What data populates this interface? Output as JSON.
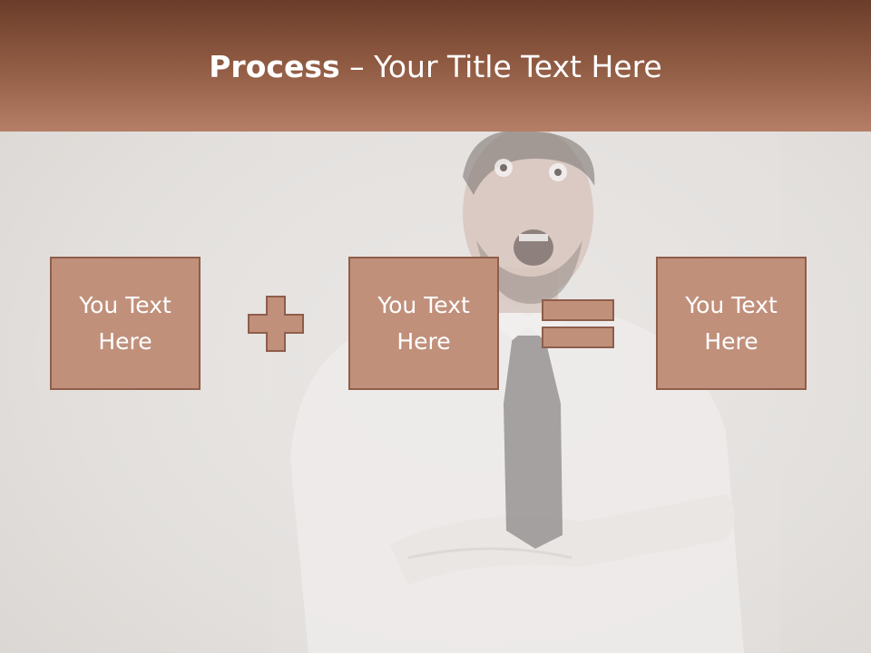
{
  "header": {
    "title_bold": "Process",
    "title_separator": " – ",
    "title_rest": "Your Title Text Here"
  },
  "process": {
    "box1": "You Text Here",
    "box2": "You Text Here",
    "box3": "You Text Here",
    "operator1_icon": "plus-icon",
    "operator2_icon": "equals-icon"
  },
  "colors": {
    "header_top": "#6a3d2a",
    "header_bottom": "#b57e66",
    "box_fill": "#c0907b",
    "box_border": "#8e5e4a",
    "background": "#e6e3e1"
  }
}
